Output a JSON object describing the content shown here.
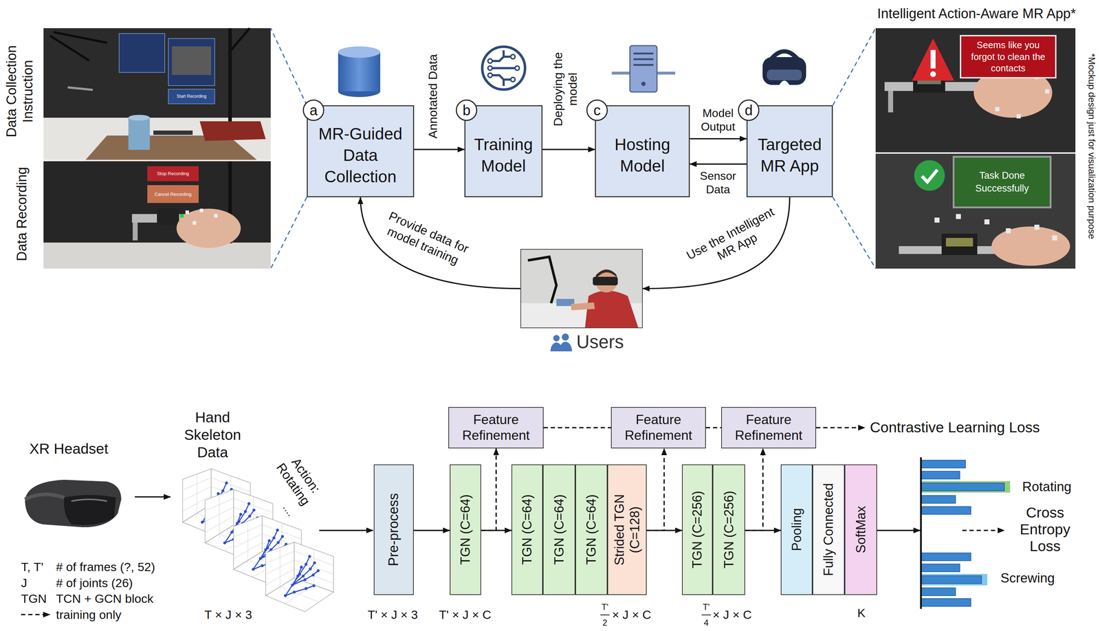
{
  "diagram": {
    "nodes": [
      {
        "text": [
          "MR-Guided Data Collection"
        ]
      },
      {
        "text": [
          "a"
        ]
      },
      {
        "text": [
          "Training Model"
        ]
      },
      {
        "text": [
          "b"
        ]
      },
      {
        "text": [
          "Hosting Model"
        ]
      },
      {
        "text": [
          "c"
        ]
      },
      {
        "text": [
          "Targeted MR App"
        ]
      },
      {
        "text": [
          "d"
        ]
      },
      {
        "text": [
          "Users"
        ]
      },
      {
        "text": [
          "Seems like you forgot to clean the contacts"
        ]
      },
      {
        "text": [
          "Task Done Successfully"
        ]
      },
      {
        "text": [
          "Pre-process"
        ]
      },
      {
        "text": [
          "TGN (C=64)"
        ]
      },
      {
        "text": [
          "TGN (C=64)"
        ]
      },
      {
        "text": [
          "TGN (C=64)"
        ]
      },
      {
        "text": [
          "TGN (C=64)"
        ]
      },
      {
        "text": [
          "Strided TGN (C=128)"
        ]
      },
      {
        "text": [
          "TGN (C=256)"
        ]
      },
      {
        "text": [
          "TGN (C=256)"
        ]
      },
      {
        "text": [
          "Pooling"
        ]
      },
      {
        "text": [
          "Fully Connected"
        ]
      },
      {
        "text": [
          "SoftMax"
        ]
      },
      {
        "text": [
          "Feature Refinement"
        ]
      },
      {
        "text": [
          "Feature Refinement"
        ]
      },
      {
        "text": [
          "Feature Refinement"
        ]
      }
    ],
    "edges": [
      {
        "from": 0,
        "to": 2,
        "arrow": "to",
        "label": "Annotated Data"
      },
      {
        "from": 2,
        "to": 4,
        "arrow": "to",
        "label": "Deploying the model"
      },
      {
        "from": 4,
        "to": 6,
        "arrow": "to",
        "label": "Model Output"
      },
      {
        "from": 6,
        "to": 4,
        "arrow": "to",
        "label": "Sensor Data"
      },
      {
        "from": 6,
        "to": 8,
        "arrow": "to",
        "label": "Use the Intelligent MR App"
      },
      {
        "from": 8,
        "to": 0,
        "arrow": "to",
        "label": "Provide data for model training"
      },
      {
        "from": 11,
        "to": 12,
        "arrow": "to"
      },
      {
        "from": 12,
        "to": 13,
        "arrow": "to"
      },
      {
        "from": 16,
        "to": 17,
        "arrow": "to"
      },
      {
        "from": 18,
        "to": 19,
        "arrow": "to"
      },
      {
        "from": 12,
        "to": 22,
        "arrow": "to"
      },
      {
        "from": 16,
        "to": 23,
        "arrow": "to"
      },
      {
        "from": 18,
        "to": 24,
        "arrow": "to"
      },
      {
        "from": 22,
        "to": 23,
        "arrow": "none"
      },
      {
        "from": 23,
        "to": 24,
        "arrow": "none"
      }
    ],
    "labels": [
      "Data Collection Instruction",
      "Data Recording",
      "Start Recording",
      "Stop Recording",
      "Cancel Recording",
      "Intelligent Action-Aware MR App*",
      "*Mockup design just for visualization purpose",
      "XR Headset",
      "Hand Skeleton Data",
      "Action: Rotating",
      "....",
      "T × J × 3",
      "T, T'",
      "# of frames (?, 52)",
      "J",
      "# of joints (26)",
      "TGN",
      "TCN + GCN block",
      "T' × J × 3",
      "T' × J × C",
      "T'",
      "2",
      "× J × C",
      "T'",
      "4",
      "× J × C",
      "K",
      "Contrastive Learning Loss",
      "Rotating",
      "Cross Entropy Loss",
      "Screwing"
    ],
    "legend": [
      {
        "text": "training only"
      }
    ]
  }
}
